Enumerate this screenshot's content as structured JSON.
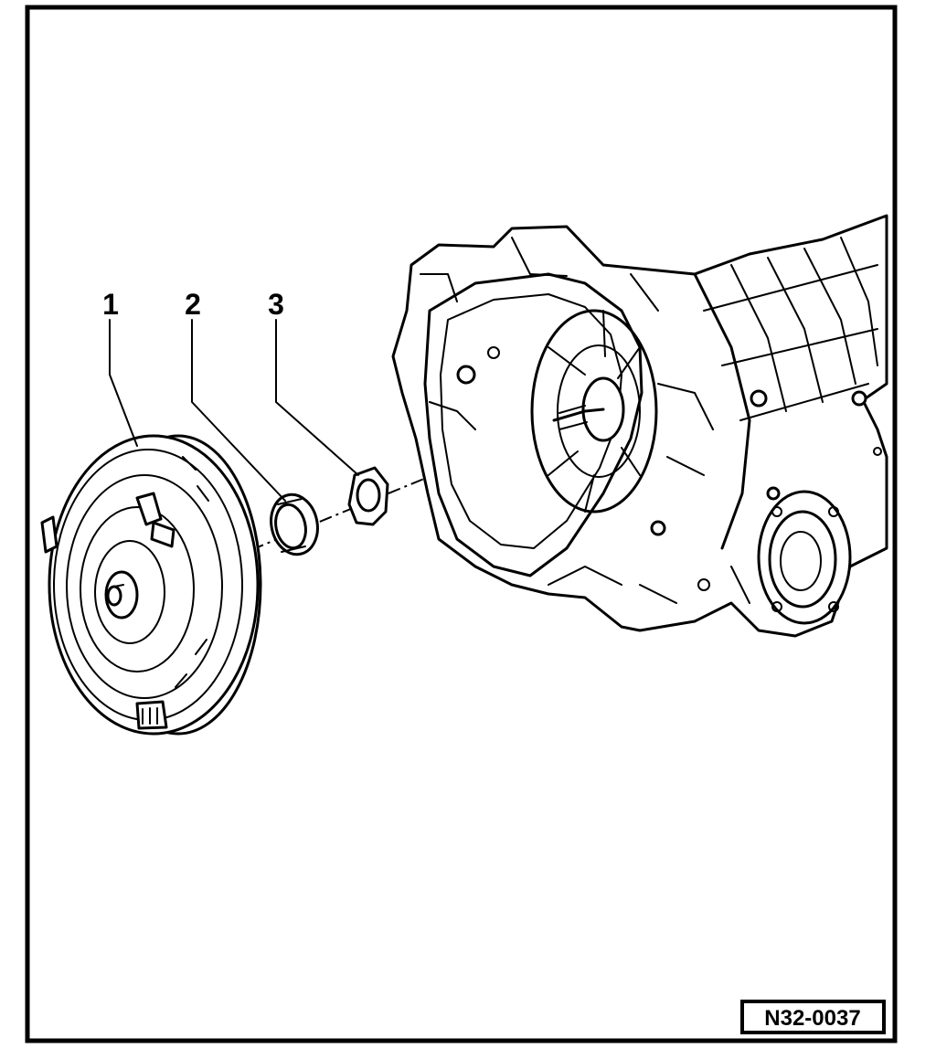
{
  "figure": {
    "callouts": [
      {
        "id": "callout-1",
        "label": "1"
      },
      {
        "id": "callout-2",
        "label": "2"
      },
      {
        "id": "callout-3",
        "label": "3"
      }
    ],
    "reference_code": "N32-0037"
  }
}
